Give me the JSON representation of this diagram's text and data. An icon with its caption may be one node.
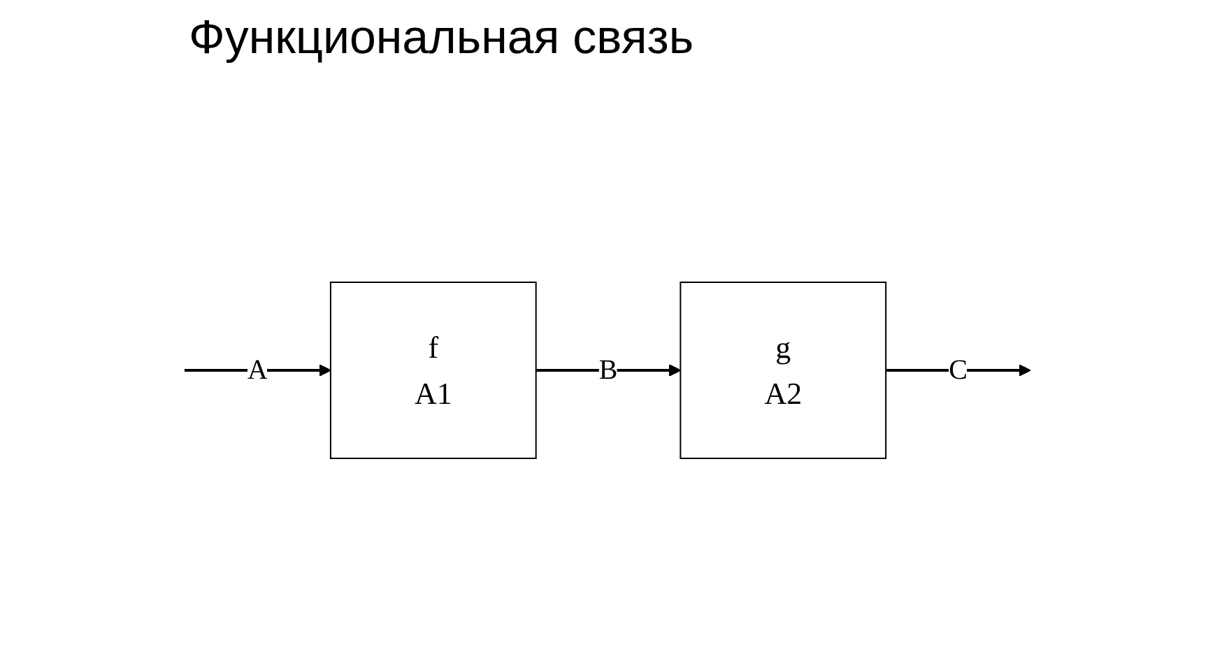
{
  "diagram": {
    "title": "Функциональная связь",
    "nodes": [
      {
        "text": [
          "f",
          "A1"
        ]
      },
      {
        "text": [
          "g",
          "A2"
        ]
      }
    ],
    "edges": [
      {
        "from": null,
        "to": 0,
        "label": "A",
        "arrow": "to"
      },
      {
        "from": 0,
        "to": 1,
        "label": "B",
        "arrow": "to"
      },
      {
        "from": 1,
        "to": null,
        "label": "C",
        "arrow": "to"
      }
    ]
  }
}
